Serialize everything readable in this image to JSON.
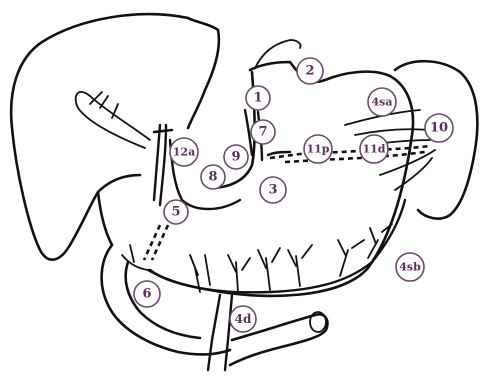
{
  "stations": [
    {
      "id": "1",
      "label": "1"
    },
    {
      "id": "2",
      "label": "2"
    },
    {
      "id": "3",
      "label": "3"
    },
    {
      "id": "4sa",
      "label": "4sa"
    },
    {
      "id": "4sb",
      "label": "4sb"
    },
    {
      "id": "4d",
      "label": "4d"
    },
    {
      "id": "5",
      "label": "5"
    },
    {
      "id": "6",
      "label": "6"
    },
    {
      "id": "7",
      "label": "7"
    },
    {
      "id": "8",
      "label": "8"
    },
    {
      "id": "9",
      "label": "9"
    },
    {
      "id": "10",
      "label": "10"
    },
    {
      "id": "11p",
      "label": "11p"
    },
    {
      "id": "11d",
      "label": "11d"
    },
    {
      "id": "12a",
      "label": "12a"
    }
  ]
}
